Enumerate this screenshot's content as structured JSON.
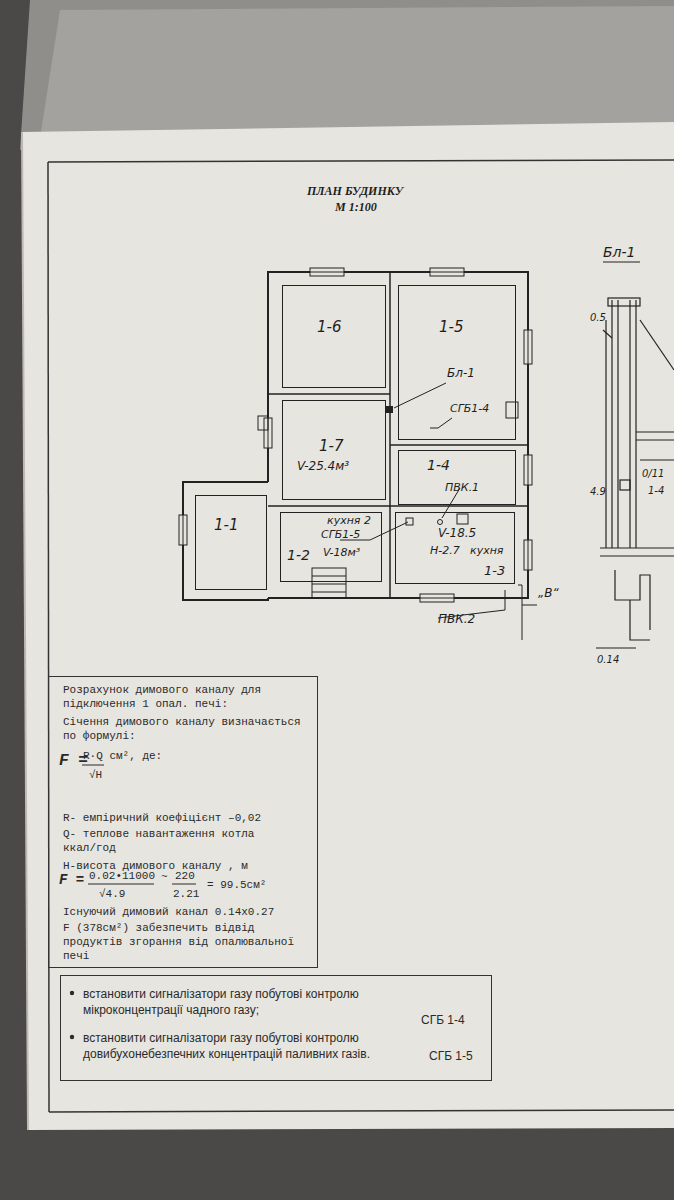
{
  "diagram": {
    "title": "ПЛАН БУДИНКУ",
    "nodes": [
      {
        "text": [
          "1-6"
        ]
      },
      {
        "text": [
          "1-5",
          "Бл-1"
        ]
      },
      {
        "text": [
          "1-7",
          "V-25.4м³"
        ]
      },
      {
        "text": [
          "1-4",
          "ПВК.1"
        ]
      },
      {
        "text": [
          "1-1"
        ]
      },
      {
        "text": [
          "кухня 2",
          "СГБ1-5",
          "1-2",
          "V-18м³"
        ]
      },
      {
        "text": [
          "V-18.5",
          "H-2.7",
          "кухня",
          "1-3"
        ]
      },
      {
        "text": [
          "Розрахунок димового каналу для підключення 1 опал. печі:",
          "Січення димового каналу визначається по формулі:",
          "F =",
          "R·Q см², де:",
          "√H",
          "R- емпіричний коефіцієнт –0,02",
          "Q- теплове навантаження котла ккал/год",
          "H-висота димового каналу , м",
          "F =",
          "0.02•11000",
          "√4.9",
          "~",
          "220",
          "2.21",
          "= 99.5см²",
          "Існуючий димовий канал 0.14x0.27",
          "F (378см²) забезпечить відвід продуктів згорання від опалювальної печі"
        ]
      },
      {
        "text": [
          "встановити сигналізатори газу побутові контролю мікроконцентрації чадного газу;",
          "СГБ 1-4",
          "встановити сигналізатори газу побутові контролю довибухонебезпечних концентрацій паливних газів.",
          "СГБ 1-5"
        ]
      }
    ],
    "labels": [
      "М 1:100",
      "СГБ1-4",
      "ПВК.2",
      "„В“",
      "Бл-1",
      "0.5",
      "4.9",
      "0/11",
      "1-4",
      "0.14"
    ]
  }
}
